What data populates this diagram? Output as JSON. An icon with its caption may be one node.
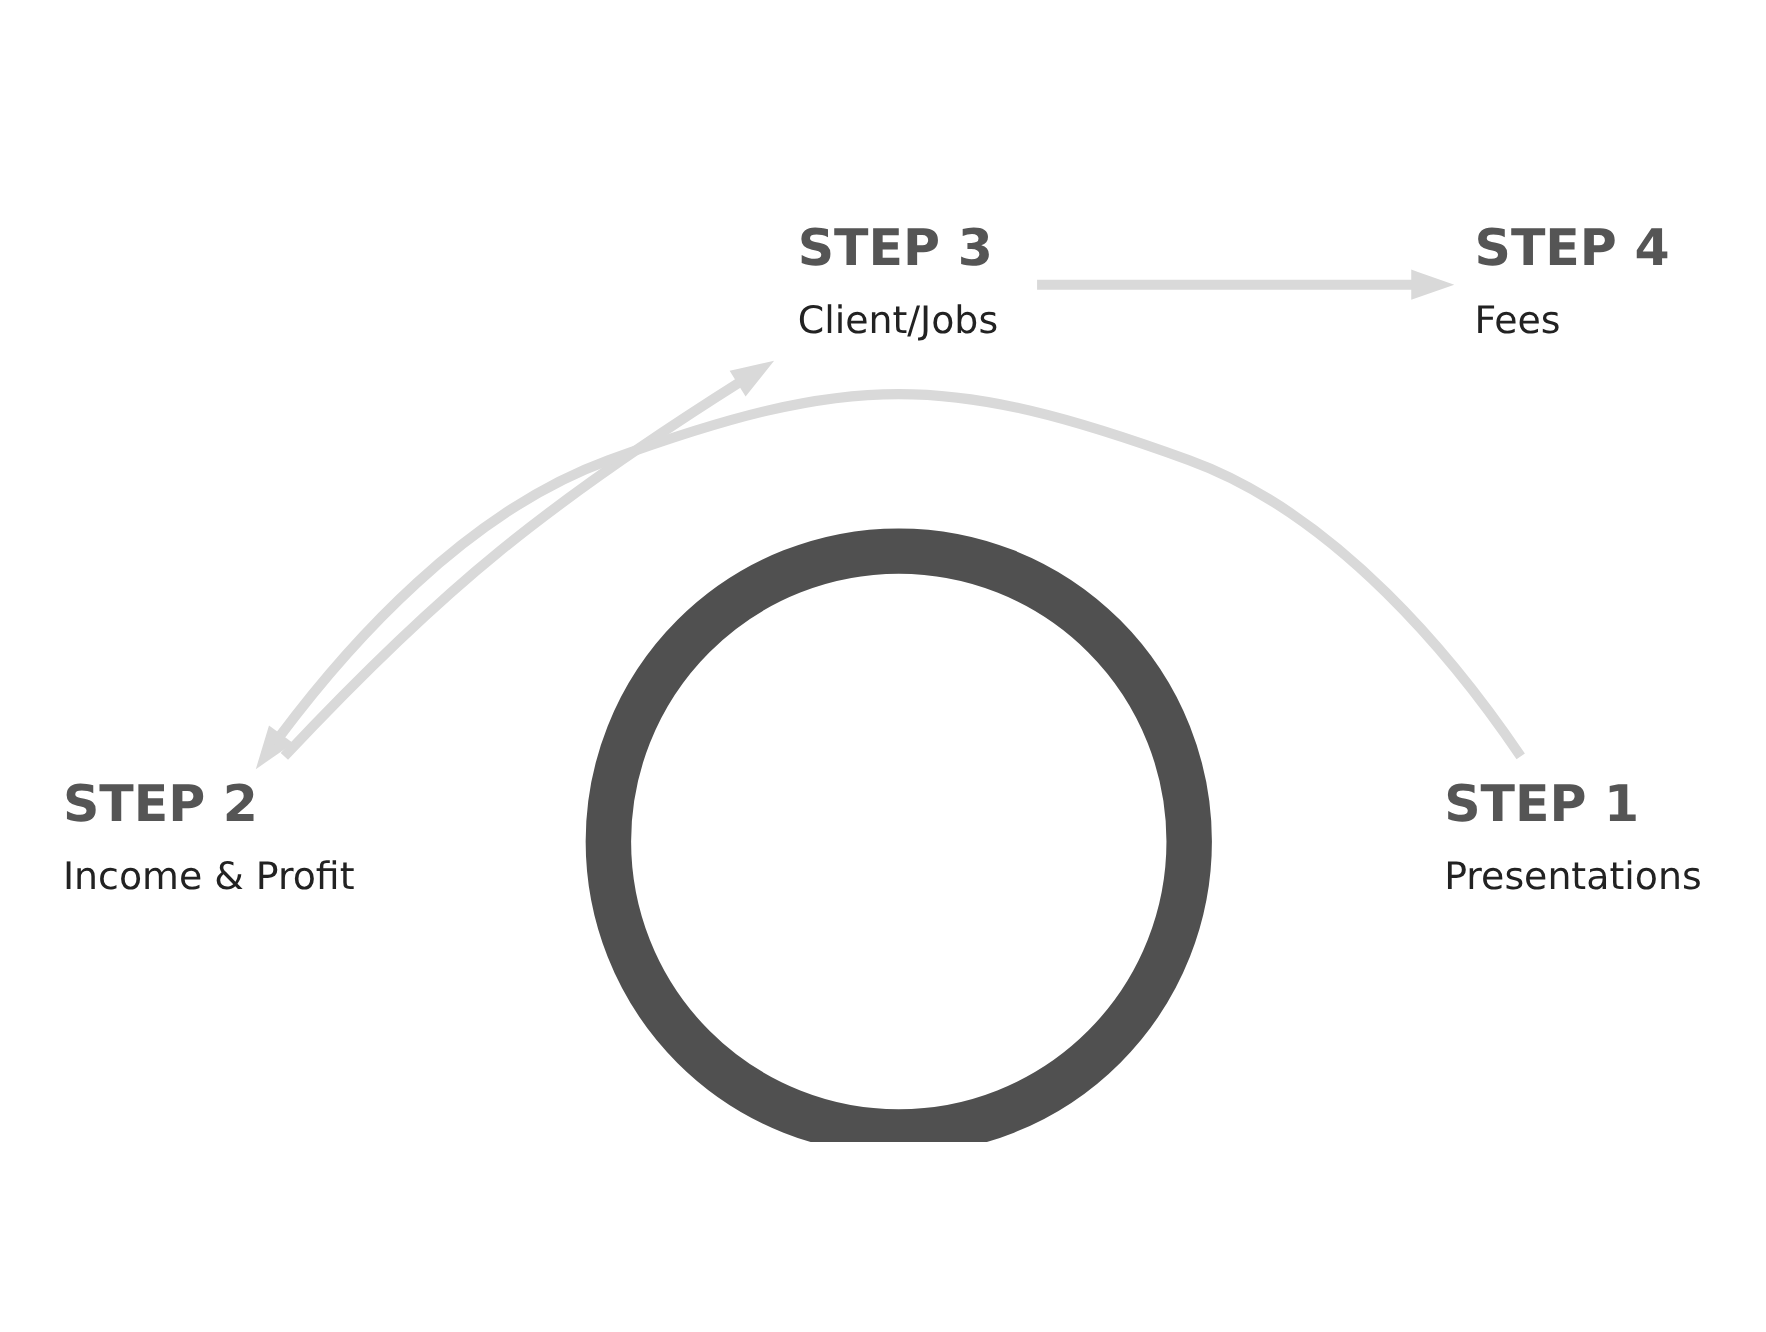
{
  "diagram": {
    "nodes": [
      {
        "text": [
          "STEP 3",
          "Client/Jobs"
        ]
      },
      {
        "text": [
          "STEP 4",
          "Fees"
        ]
      },
      {
        "text": [
          "STEP 2",
          "Income & Profit"
        ]
      },
      {
        "text": [
          "STEP 1",
          "Presentations"
        ]
      },
      {
        "text": [],
        "shape": "circle"
      }
    ],
    "edges": [
      {
        "from": 3,
        "to": 2,
        "arrow": "to"
      },
      {
        "from": 2,
        "to": 0,
        "arrow": "to"
      },
      {
        "from": 0,
        "to": 1,
        "arrow": "to"
      }
    ]
  }
}
